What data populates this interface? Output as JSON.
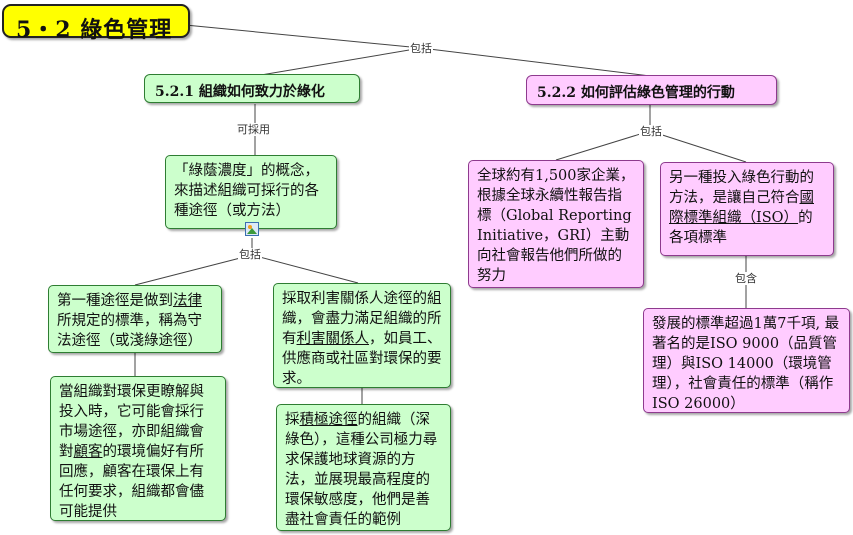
{
  "title": "5・2 綠色管理",
  "link_labels": {
    "top": "包括",
    "left": "可採用",
    "right": "包括",
    "mid": "包括",
    "right_sub": "包含"
  },
  "branches": {
    "left": {
      "header": "5.2.1 組織如何致力於綠化",
      "concept": "「綠蔭濃度」的概念，來描述組織可採行的各種途徑（或方法）",
      "concept_icon": "image-icon",
      "approaches": {
        "legal": {
          "a": "第一種途徑是做到",
          "u": "法律",
          "b": "所規定的標準，稱為守法途徑（或淺綠途徑）"
        },
        "market": {
          "a": "當組織對環保更瞭解與投入時，它可能會採行市場途徑，亦即組織會對",
          "u": "顧客",
          "b": "的環境偏好有所回應，顧客在環保上有任何要求，組織都會儘可能提供"
        },
        "stakeholder": {
          "a": "採取利害關係人途徑的組織，會盡力滿足組織的所有",
          "u": "利害關係人",
          "b": "，如員工、供應商或社區對環保的要求。"
        },
        "activist": {
          "a": "採",
          "u": "積極途徑",
          "b": "的組織（深綠色），這種公司極力尋求保護地球資源的方法，並展現最高程度的環保敏感度，他們是善盡社會責任的範例"
        }
      }
    },
    "right": {
      "header": "5.2.2 如何評估綠色管理的行動",
      "gri": "全球約有1,500家企業，根據全球永續性報告指標（Global Reporting Initiative，GRI）主動向社會報告他們所做的努力",
      "iso": {
        "a": "另一種投入綠色行動的方法，是讓自己符合",
        "u": "國際標準組織（ISO）",
        "b": "的各項標準"
      },
      "iso_detail": "發展的標準超過1萬7千項, 最著名的是ISO 9000（品質管理）與ISO 14000（環境管理），社會責任的標準（稱作ISO 26000）"
    }
  },
  "colors": {
    "title_bg": "#ffff00",
    "green_node": "#ccffcc",
    "pink_node": "#ffccff",
    "line": "#444444"
  }
}
